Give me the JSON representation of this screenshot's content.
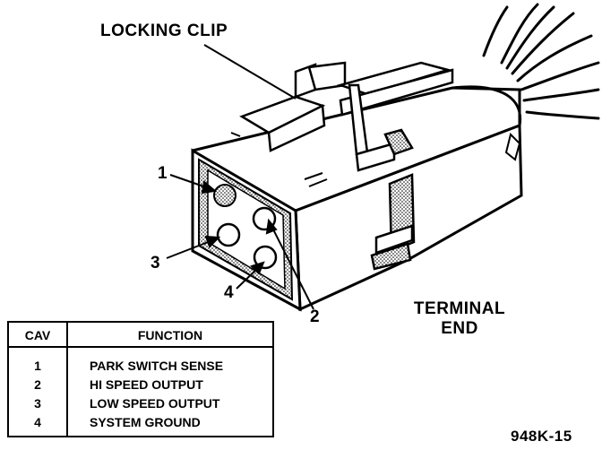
{
  "labels": {
    "locking_clip": "LOCKING CLIP",
    "terminal_end_line1": "TERMINAL",
    "terminal_end_line2": "END",
    "figure_id": "948K-15"
  },
  "cavity_callouts": [
    "1",
    "2",
    "3",
    "4"
  ],
  "table": {
    "headers": {
      "cav": "CAV",
      "function": "FUNCTION"
    },
    "rows": [
      {
        "cav": "1",
        "function": "PARK SWITCH SENSE"
      },
      {
        "cav": "2",
        "function": "HI SPEED OUTPUT"
      },
      {
        "cav": "3",
        "function": "LOW SPEED OUTPUT"
      },
      {
        "cav": "4",
        "function": "SYSTEM GROUND"
      }
    ]
  }
}
